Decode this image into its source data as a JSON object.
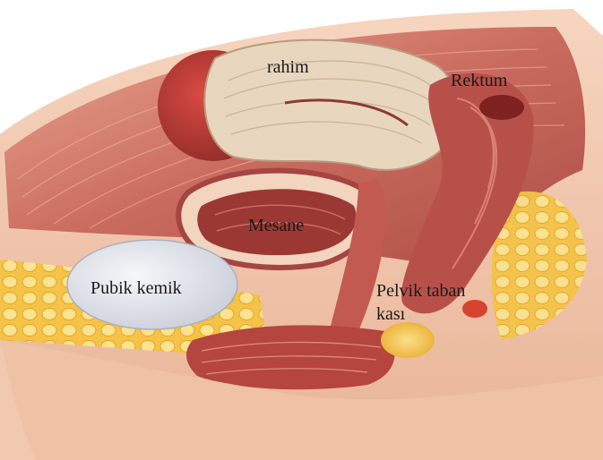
{
  "labels": {
    "uterus": "rahim",
    "rectum": "Rektum",
    "bladder": "Mesane",
    "pubic_bone": "Pubik kemik",
    "pelvic_floor_line1": "Pelvik taban",
    "pelvic_floor_line2": "kası"
  },
  "colors": {
    "background": "#ffffff",
    "muscle": "#c7655a",
    "muscle_dark": "#8e2f2c",
    "uterus_tissue": "#e8d6bf",
    "fat": "#f2c64b",
    "bone": "#dfe3ea",
    "skin": "#f3c9b0"
  }
}
